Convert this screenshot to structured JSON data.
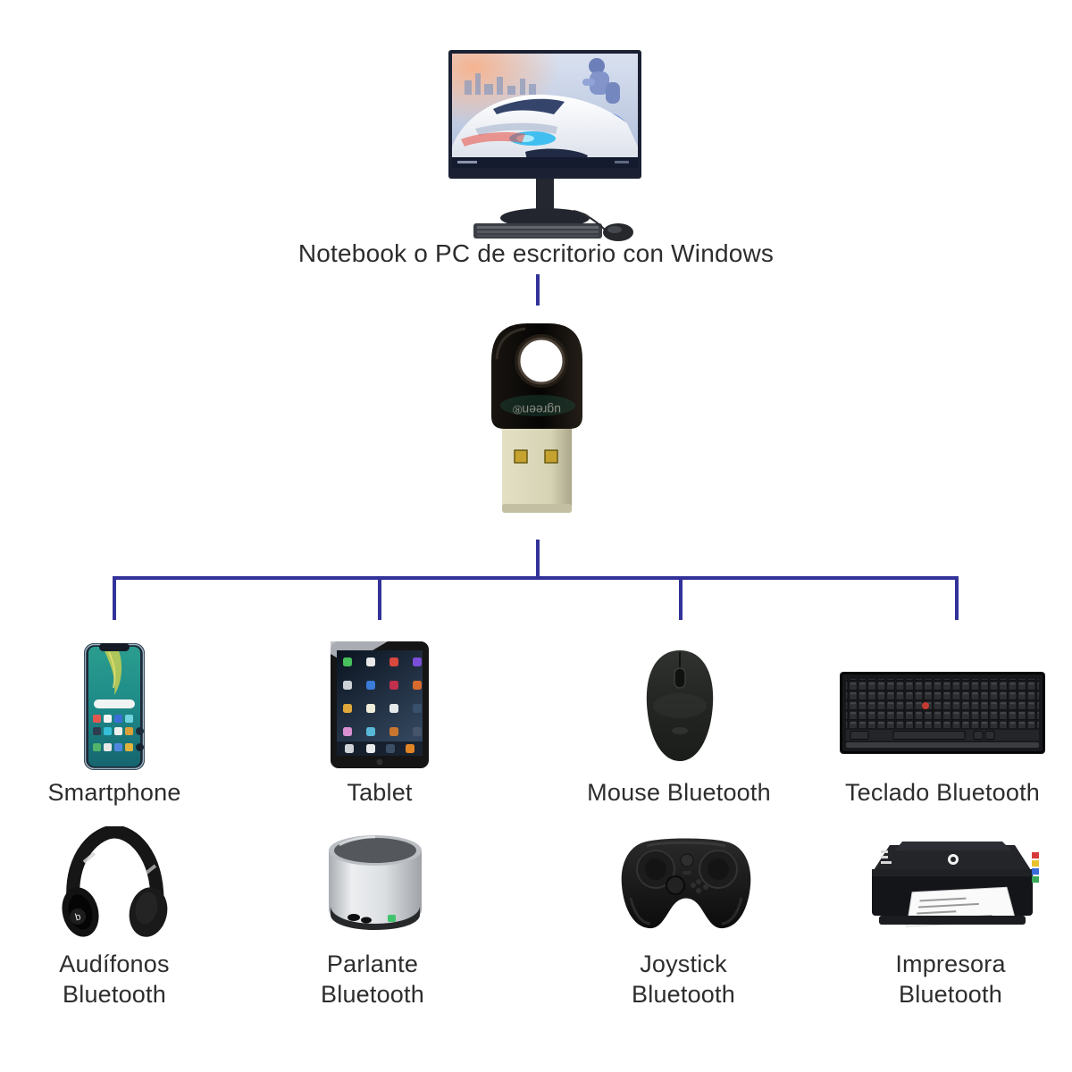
{
  "diagram": {
    "title": "Notebook o PC de escritorio con Windows",
    "adapter_brand": "ugreen®",
    "line_color": "#32329a",
    "text_color": "#2d2d2d",
    "devices_row1": [
      {
        "id": "smartphone",
        "label": "Smartphone"
      },
      {
        "id": "tablet",
        "label": "Tablet"
      },
      {
        "id": "mouse",
        "label": "Mouse Bluetooth"
      },
      {
        "id": "keyboard",
        "label": "Teclado Bluetooth"
      }
    ],
    "devices_row2": [
      {
        "id": "headphones",
        "label": "Audífonos\nBluetooth"
      },
      {
        "id": "speaker",
        "label": "Parlante\nBluetooth"
      },
      {
        "id": "joystick",
        "label": "Joystick\nBluetooth"
      },
      {
        "id": "printer",
        "label": "Impresora\nBluetooth"
      }
    ]
  }
}
